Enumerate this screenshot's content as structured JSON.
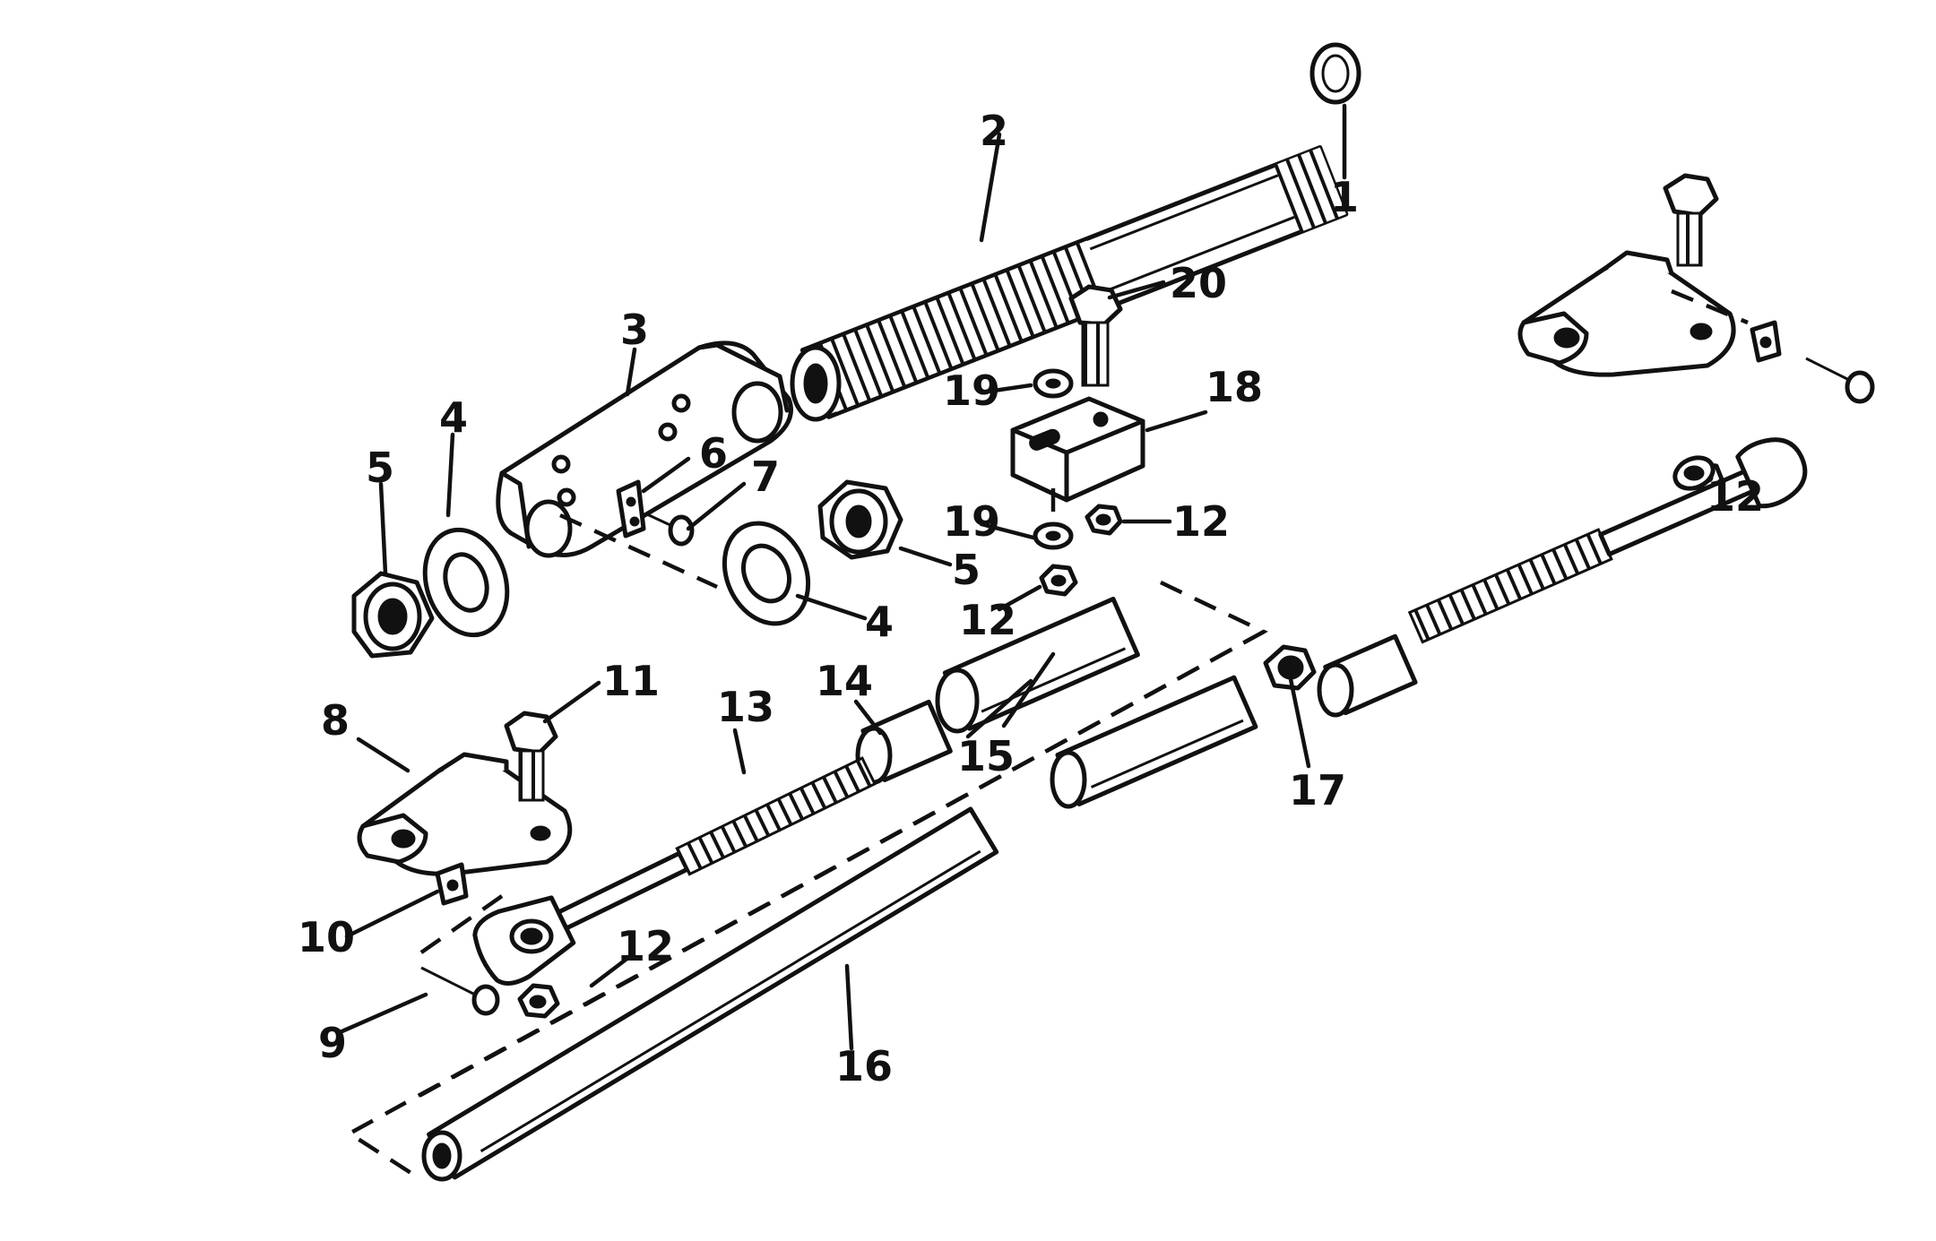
{
  "figure": {
    "background": "#ffffff",
    "ink": "#111111",
    "callouts": [
      "1",
      "2",
      "3",
      "4",
      "4",
      "5",
      "5",
      "6",
      "7",
      "8",
      "9",
      "10",
      "11",
      "12",
      "12",
      "12",
      "12",
      "13",
      "14",
      "15",
      "16",
      "17",
      "18",
      "19",
      "19",
      "20"
    ]
  }
}
